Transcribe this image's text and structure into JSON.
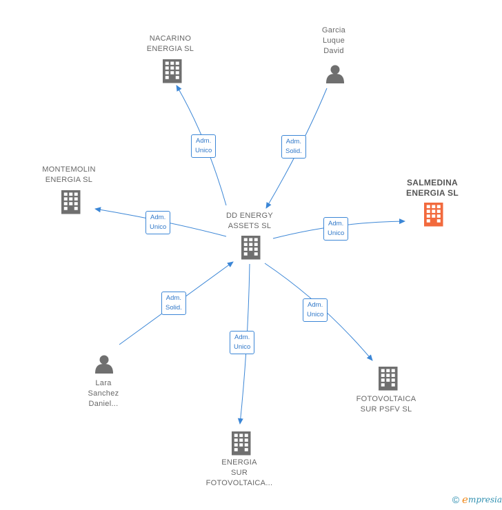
{
  "colors": {
    "edge": "#3b86d6",
    "node_gray": "#6f6f6f",
    "node_highlight": "#f26a3d"
  },
  "nodes": {
    "nacarino": {
      "label": "NACARINO\nENERGIA  SL",
      "icon": "building-icon"
    },
    "garcia": {
      "label": "Garcia\nLuque\nDavid",
      "icon": "person-icon"
    },
    "montemolin": {
      "label": "MONTEMOLIN\nENERGIA  SL",
      "icon": "building-icon"
    },
    "salmedina": {
      "label": "SALMEDINA\nENERGIA  SL",
      "icon": "building-icon"
    },
    "dd_energy": {
      "label": "DD ENERGY\nASSETS  SL",
      "icon": "building-icon"
    },
    "lara": {
      "label": "Lara\nSanchez\nDaniel...",
      "icon": "person-icon"
    },
    "energia_sur": {
      "label": "ENERGIA\nSUR\nFOTOVOLTAICA...",
      "icon": "building-icon"
    },
    "fotovoltaica": {
      "label": "FOTOVOLTAICA\nSUR PSFV  SL",
      "icon": "building-icon"
    }
  },
  "edges": {
    "to_nacarino": "Adm.\nUnico",
    "from_garcia": "Adm.\nSolid.",
    "to_montemolin": "Adm.\nUnico",
    "to_salmedina": "Adm.\nUnico",
    "from_lara": "Adm.\nSolid.",
    "to_energia_sur": "Adm.\nUnico",
    "to_fotovoltaica": "Adm.\nUnico"
  },
  "footer": {
    "copyright": "©",
    "brand_initial": "e",
    "brand_rest": "mpresia"
  }
}
